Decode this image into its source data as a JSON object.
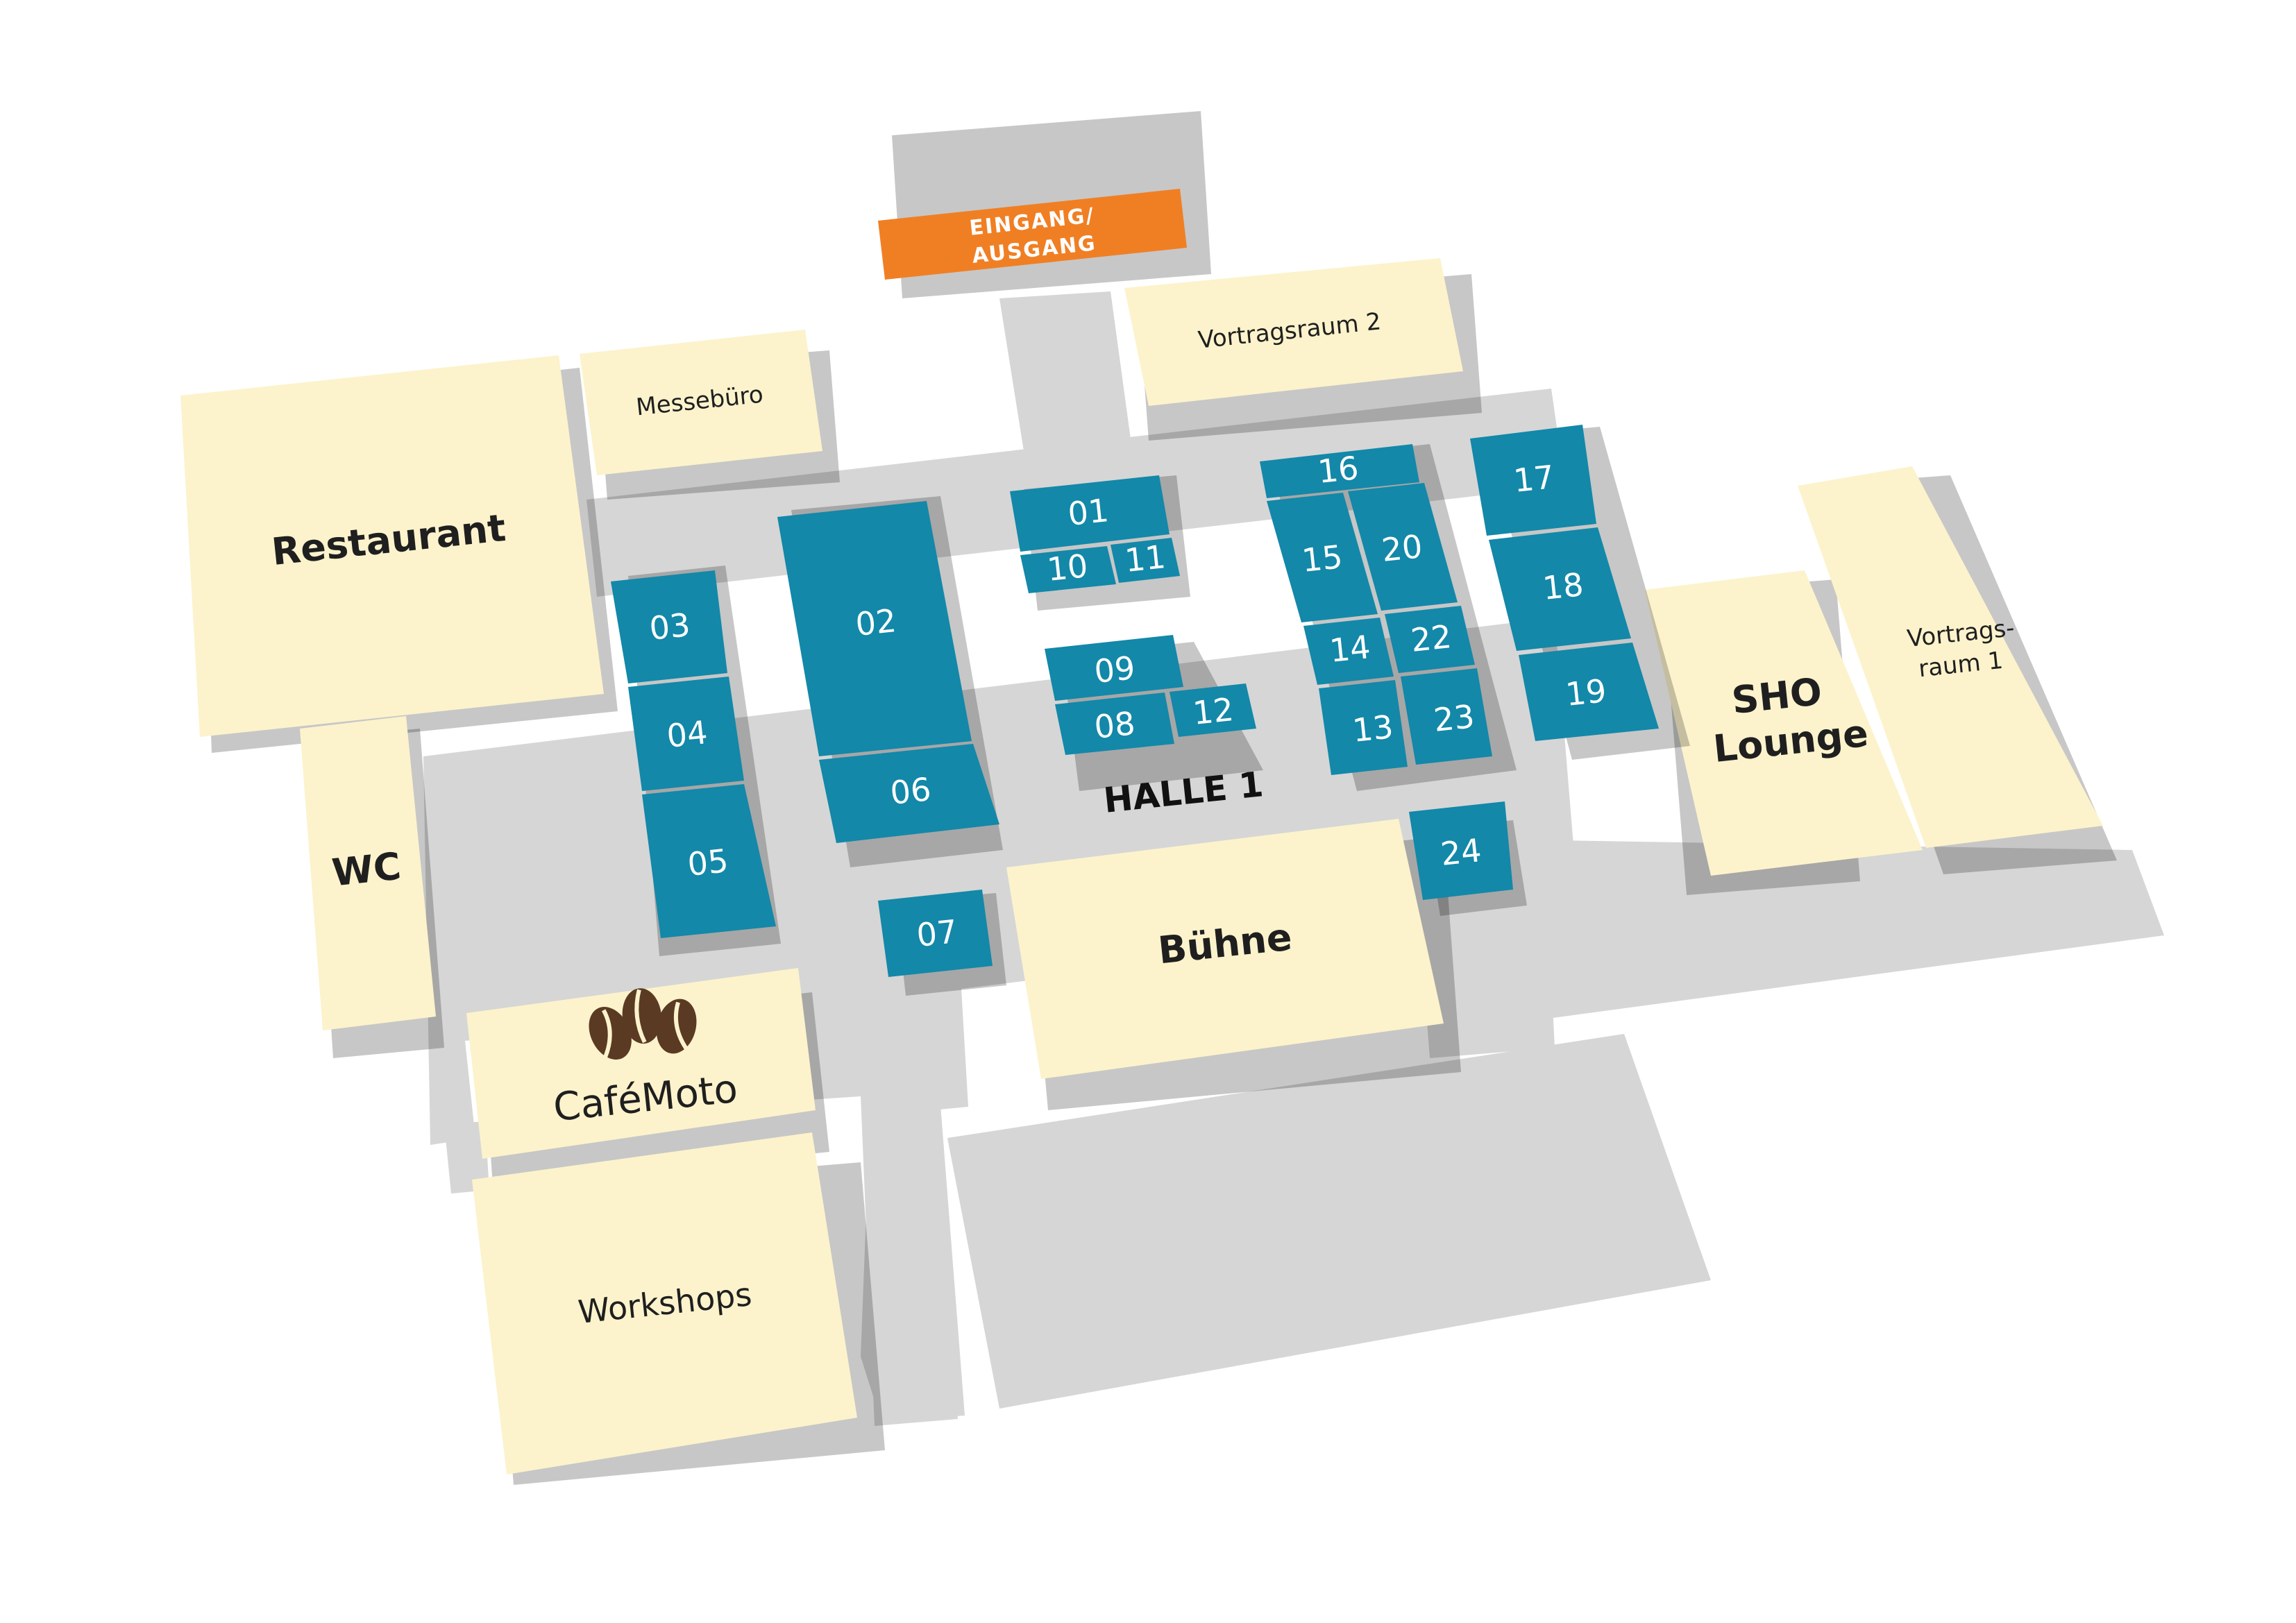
{
  "entrance": {
    "line1": "EINGANG/",
    "line2": "AUSGANG"
  },
  "hall_label": "HALLE 1",
  "rooms": {
    "restaurant": "Restaurant",
    "messebuero": "Messebüro",
    "vortragsraum2": "Vortragsraum 2",
    "wc": "WC",
    "cafe": "CaféMoto",
    "workshops": "Workshops",
    "buehne": "Bühne",
    "sho_line1": "SHO",
    "sho_line2": "Lounge",
    "vortragsraum1_line1": "Vortrags-",
    "vortragsraum1_line2": "raum 1"
  },
  "booths": {
    "b01": "01",
    "b02": "02",
    "b03": "03",
    "b04": "04",
    "b05": "05",
    "b06": "06",
    "b07": "07",
    "b08": "08",
    "b09": "09",
    "b10": "10",
    "b11": "11",
    "b12": "12",
    "b13": "13",
    "b14": "14",
    "b15": "15",
    "b16": "16",
    "b17": "17",
    "b18": "18",
    "b19": "19",
    "b20": "20",
    "b22": "22",
    "b23": "23",
    "b24": "24"
  },
  "colors": {
    "booth": "#1388a9",
    "room": "#fcf3cc",
    "corridor": "#d6d6d6",
    "entrance": "#f07f24",
    "coffee_icon": "#5b3a24"
  },
  "icons": {
    "cafe_icon": "coffee-beans-icon"
  }
}
